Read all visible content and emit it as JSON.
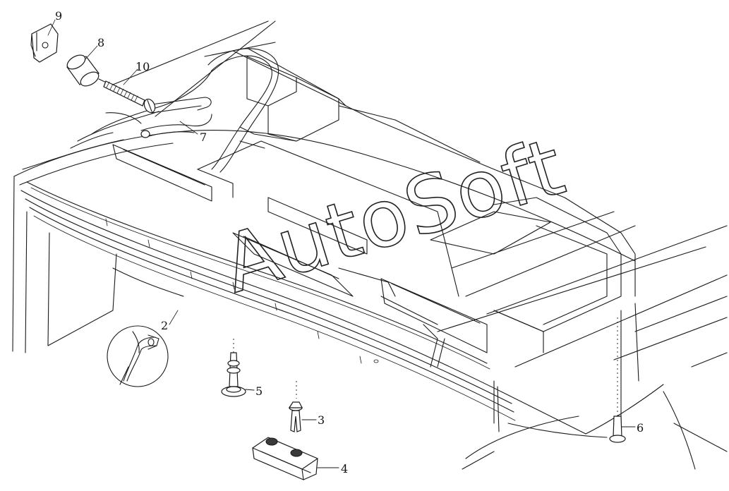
{
  "watermark": "AutoSoft",
  "callouts": [
    {
      "id": "2",
      "label": "2"
    },
    {
      "id": "3",
      "label": "3"
    },
    {
      "id": "4",
      "label": "4"
    },
    {
      "id": "5",
      "label": "5"
    },
    {
      "id": "6",
      "label": "6"
    },
    {
      "id": "7",
      "label": "7"
    },
    {
      "id": "8",
      "label": "8"
    },
    {
      "id": "9",
      "label": "9"
    },
    {
      "id": "10",
      "label": "10"
    }
  ]
}
